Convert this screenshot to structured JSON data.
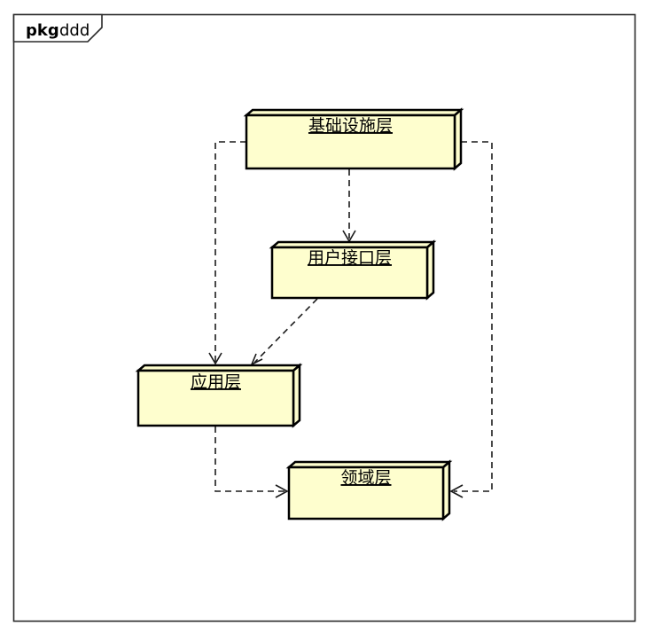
{
  "frame": {
    "type_label": "pkg",
    "diagram_name": "ddd"
  },
  "nodes": [
    {
      "id": "infrastructure-layer",
      "label": "基础设施层"
    },
    {
      "id": "user-interface-layer",
      "label": "用户接口层"
    },
    {
      "id": "application-layer",
      "label": "应用层"
    },
    {
      "id": "domain-layer",
      "label": "领域层"
    }
  ],
  "edges": [
    {
      "from": "基础设施层",
      "to": "用户接口层",
      "type": "dashed-dependency-arrow"
    },
    {
      "from": "基础设施层",
      "to": "应用层",
      "type": "dashed-dependency-arrow"
    },
    {
      "from": "用户接口层",
      "to": "应用层",
      "type": "dashed-dependency-arrow"
    },
    {
      "from": "应用层",
      "to": "领域层",
      "type": "dashed-dependency-arrow"
    },
    {
      "from": "基础设施层",
      "to": "领域层",
      "type": "dashed-dependency-arrow"
    }
  ],
  "colors": {
    "node_fill": "#FEFECE",
    "node_border": "#000000",
    "edge": "#1A1A1A",
    "frame_border": "#2B2B2B",
    "background": "#FFFFFF"
  }
}
